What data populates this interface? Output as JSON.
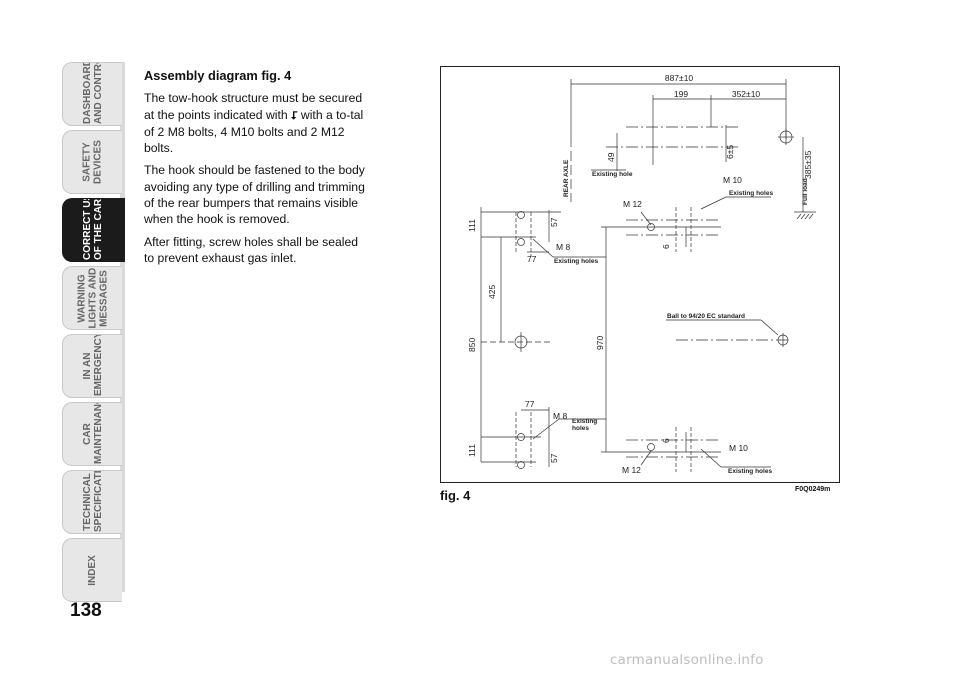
{
  "sidebar": {
    "tabs": [
      {
        "label": "DASHBOARD\nAND CONTROLS",
        "active": false
      },
      {
        "label": "SAFETY\nDEVICES",
        "active": false
      },
      {
        "label": "CORRECT USE\nOF THE CAR",
        "active": true
      },
      {
        "label": "WARNING\nLIGHTS AND\nMESSAGES",
        "active": false
      },
      {
        "label": "IN AN\nEMERGENCY",
        "active": false
      },
      {
        "label": "CAR\nMAINTENANCE",
        "active": false
      },
      {
        "label": "TECHNICAL\nSPECIFICATION",
        "active": false
      },
      {
        "label": "INDEX",
        "active": false
      }
    ]
  },
  "page_number": "138",
  "content": {
    "heading": "Assembly diagram fig. 4",
    "para1_a": "The tow-hook structure must be secured at the points indicated with",
    "para1_b": "with a to-tal of 2 M8 bolts, 4 M10 bolts and 2 M12 bolts.",
    "para2": "The hook should be fastened to the body avoiding any type of drilling and trimming of the rear bumpers that remains visible when the hook is removed.",
    "para3": "After fitting, screw holes shall be sealed to prevent exhaust gas inlet."
  },
  "figure": {
    "caption": "fig. 4",
    "code": "F0Q0249m",
    "dims": {
      "overall": "887±10",
      "d199": "199",
      "d352": "352±10",
      "d49": "49",
      "d6_5": "6±5",
      "d385": "385±35",
      "d111_top": "111",
      "d425": "425",
      "d850": "850",
      "d111_bottom": "111",
      "d57_top": "57",
      "d77_top": "77",
      "d77_bottom": "77",
      "d57_bottom": "57",
      "d970": "970",
      "d6_top": "6",
      "d6_bottom": "6"
    },
    "labels": {
      "rear_axle": "REAR AXLE",
      "existing_hole": "Existing hole",
      "m10_top": "M 10",
      "existing_holes_top_right": "Existing holes",
      "full_load": "Full load",
      "m12_top": "M 12",
      "m8_top": "M 8",
      "existing_holes_m8_top": "Existing holes",
      "ball_standard": "Ball to 94/20 EC standard",
      "m8_bottom": "M 8",
      "existing_holes_m8_bottom_1": "Existing",
      "existing_holes_m8_bottom_2": "holes",
      "m10_bottom": "M 10",
      "m12_bottom": "M 12",
      "existing_holes_bottom_right": "Existing holes"
    }
  },
  "watermark": "carmanualsonline.info"
}
